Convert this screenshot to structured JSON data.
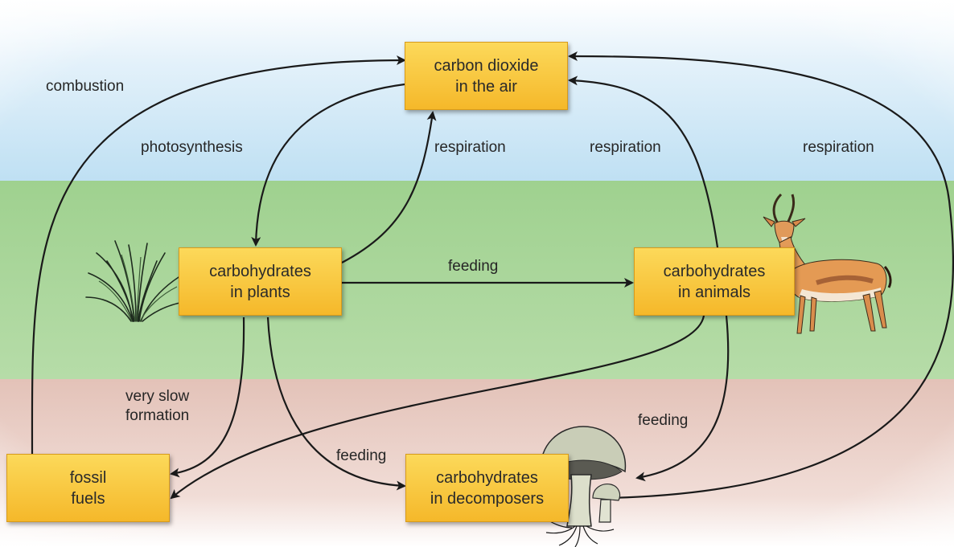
{
  "boxes": {
    "co2": {
      "line1": "carbon dioxide",
      "line2": "in the air"
    },
    "plants": {
      "line1": "carbohydrates",
      "line2": "in plants"
    },
    "animals": {
      "line1": "carbohydrates",
      "line2": "in animals"
    },
    "fossil": {
      "line1": "fossil",
      "line2": "fuels"
    },
    "decomposers": {
      "line1": "carbohydrates",
      "line2": "in decomposers"
    }
  },
  "labels": {
    "combustion": "combustion",
    "photosynthesis": "photosynthesis",
    "respiration_plants": "respiration",
    "respiration_animals": "respiration",
    "respiration_decomposers": "respiration",
    "feeding_plants_animals": "feeding",
    "very_slow_1": "very slow",
    "very_slow_2": "formation",
    "feeding_decomposers_left": "feeding",
    "feeding_decomposers_right": "feeding"
  },
  "colors": {
    "air_band": "#cfe6f5",
    "land_band": "#a9d69a",
    "soil_band": "#e8c9c0",
    "box_fill": "#f9c53e",
    "arrow": "#1a1a1a"
  },
  "icons": [
    "grass-icon",
    "antelope-icon",
    "mushroom-icon"
  ]
}
